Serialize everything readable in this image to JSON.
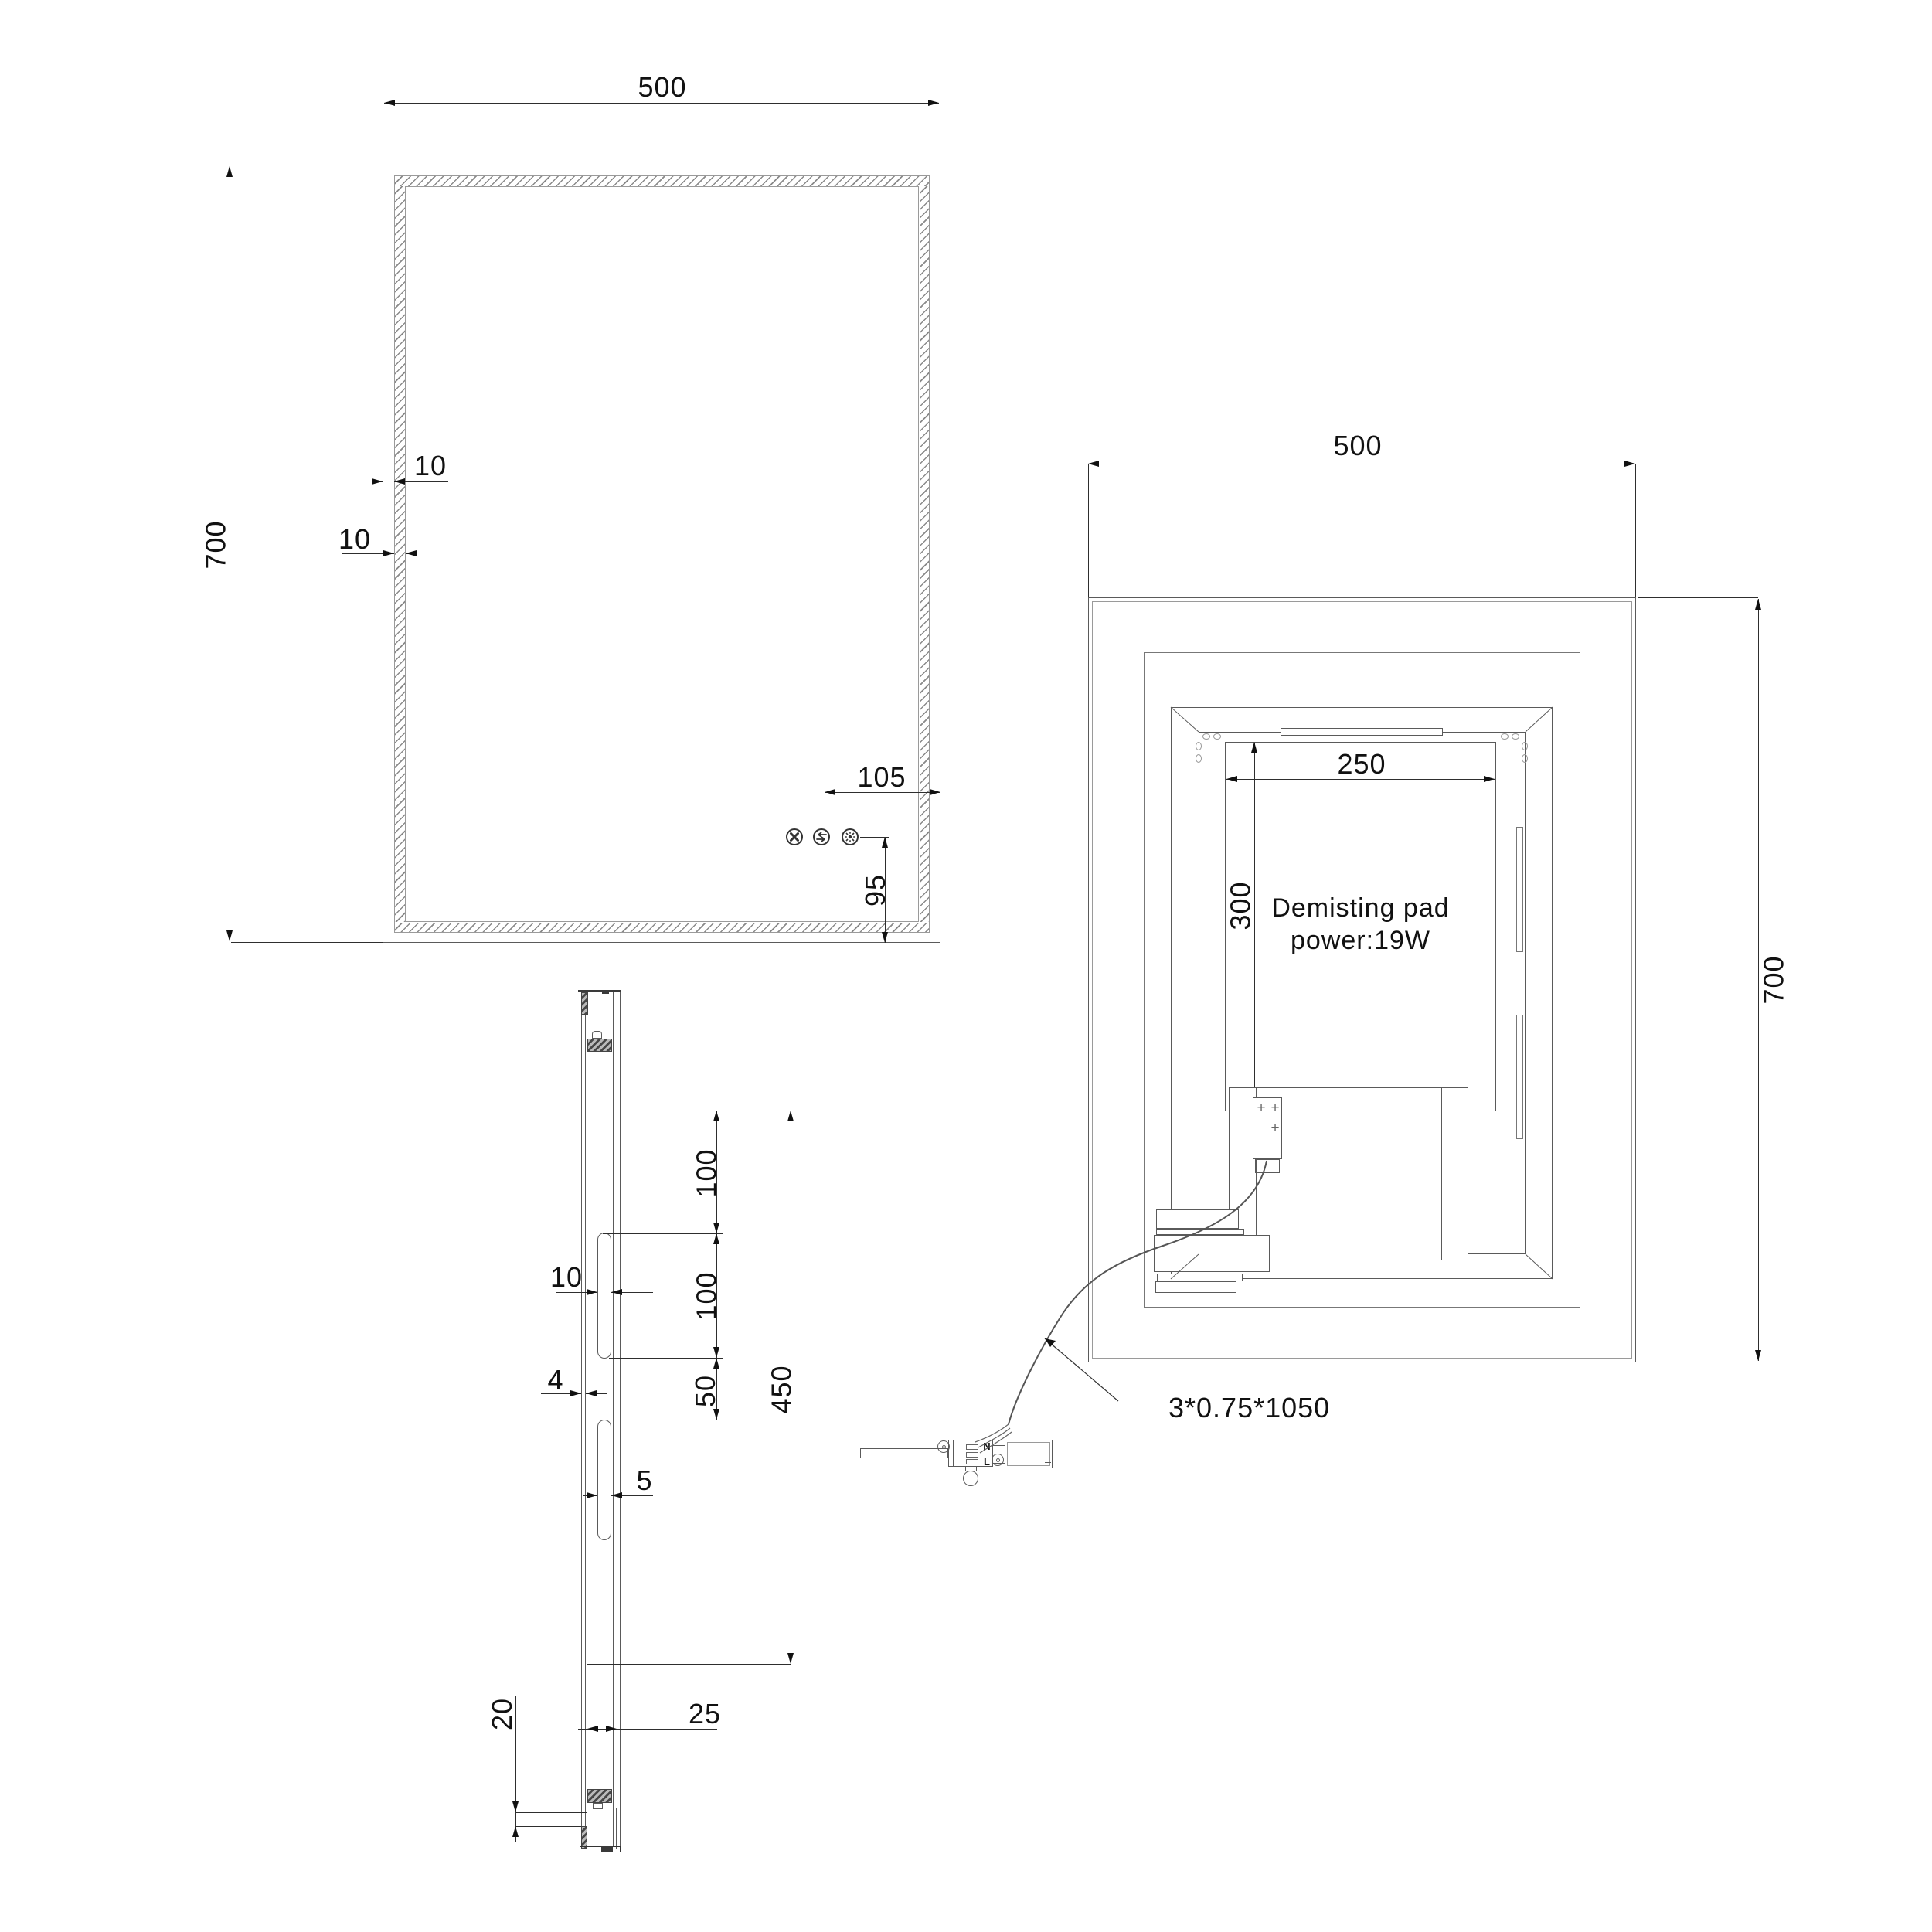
{
  "drawing": {
    "front": {
      "dim_width": "500",
      "dim_height": "700",
      "dim_edge_offset": "10",
      "dim_band_width": "10",
      "dim_buttons_x": "105",
      "dim_buttons_y": "95"
    },
    "side": {
      "dim_top_to_slot": "100",
      "dim_slot_length": "100",
      "dim_slot_gap": "50",
      "dim_hanger_span": "450",
      "dim_slot_width": "10",
      "dim_glass_thickness": "4",
      "dim_slot2_width": "5",
      "dim_depth": "25",
      "dim_foot": "20"
    },
    "back": {
      "dim_width": "500",
      "dim_height": "700",
      "dim_pad_width": "250",
      "dim_pad_height": "300",
      "pad_label_line1": "Demisting pad",
      "pad_label_line2": "power:19W",
      "cable_label": "3*0.75*1050",
      "terminal_n": "N",
      "terminal_l": "L",
      "screw_mark": "+"
    },
    "icons": {
      "button1": "power-toggle-icon",
      "button2": "color-switch-icon",
      "button3": "defog-icon"
    }
  }
}
